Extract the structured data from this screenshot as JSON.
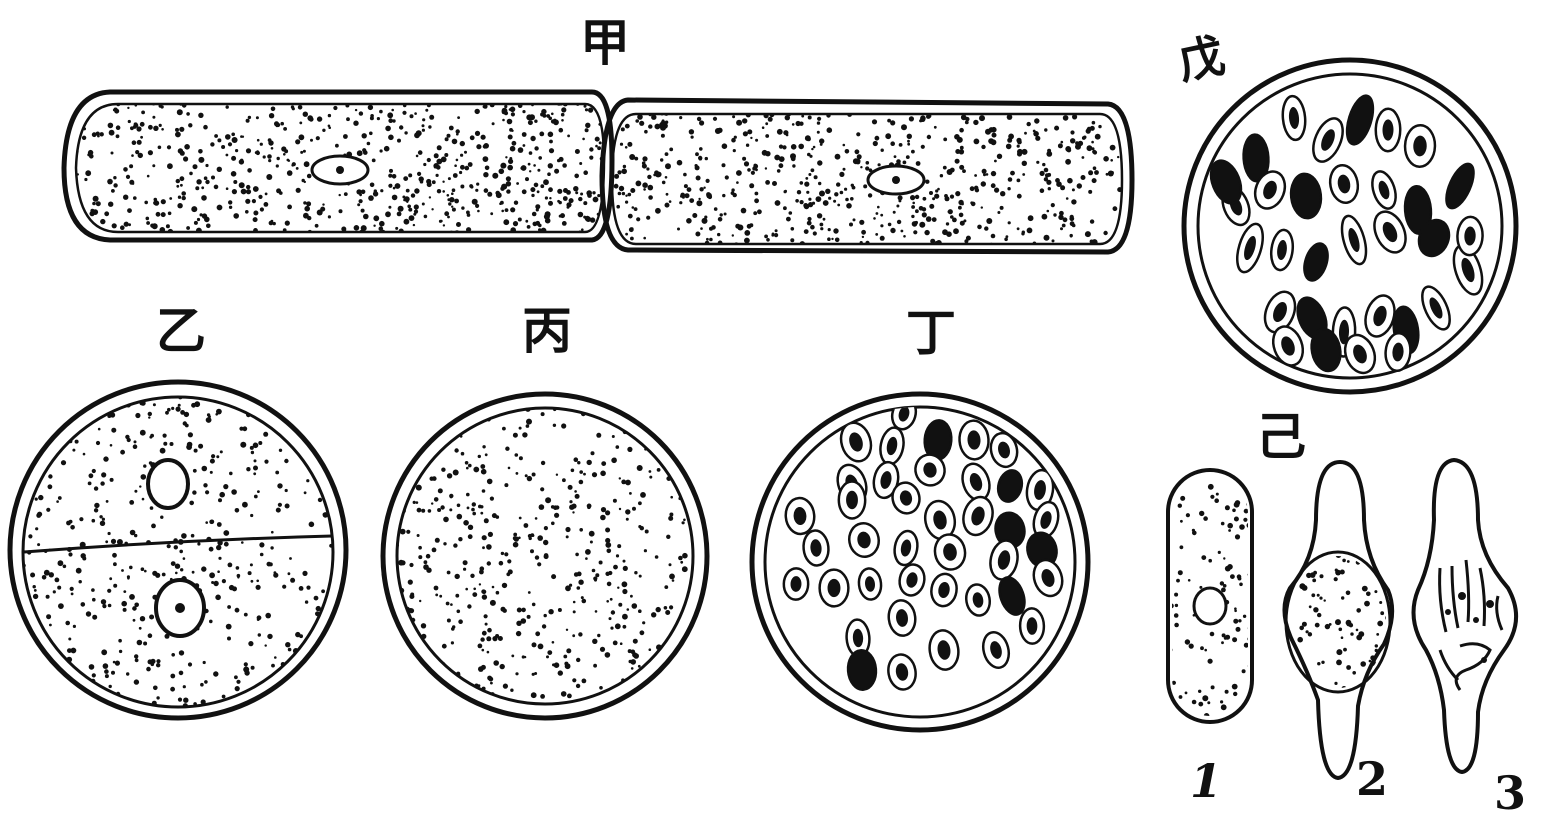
{
  "figure": {
    "labels": {
      "jia": "甲",
      "yi": "乙",
      "bing": "丙",
      "ding": "丁",
      "wu": "戊",
      "ji": "己",
      "n1": "1",
      "n2": "2",
      "n3": "3"
    }
  },
  "colors": {
    "ink": "#111111",
    "paper": "#ffffff"
  }
}
